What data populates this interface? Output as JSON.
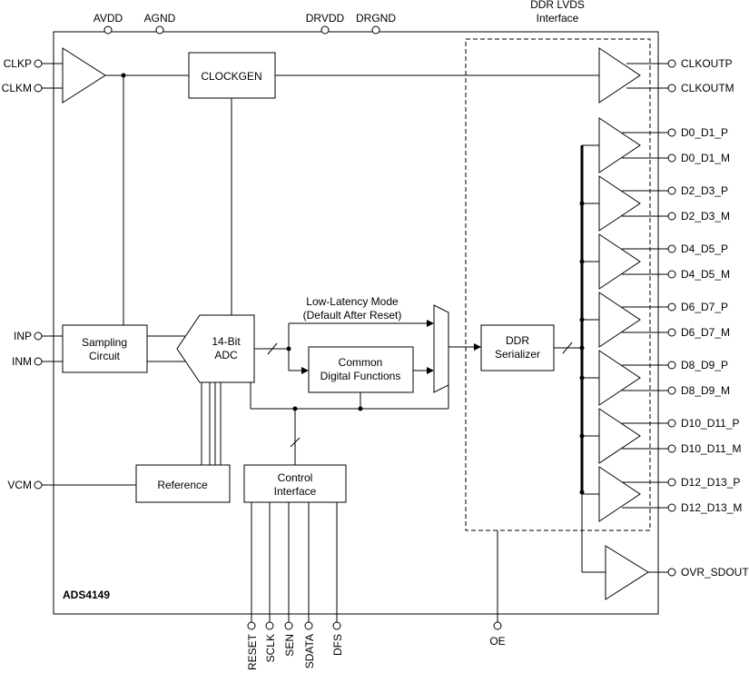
{
  "chip": {
    "name": "ADS4149"
  },
  "top_pins": [
    "AVDD",
    "AGND",
    "DRVDD",
    "DRGND"
  ],
  "left_pins": [
    "CLKP",
    "CLKM",
    "INP",
    "INM",
    "VCM"
  ],
  "bottom_pins": [
    "RESET",
    "SCLK",
    "SEN",
    "SDATA",
    "DFS",
    "OE"
  ],
  "right_pins": [
    "CLKOUTP",
    "CLKOUTM",
    "D0_D1_P",
    "D0_D1_M",
    "D2_D3_P",
    "D2_D3_M",
    "D4_D5_P",
    "D4_D5_M",
    "D6_D7_P",
    "D6_D7_M",
    "D8_D9_P",
    "D8_D9_M",
    "D10_D11_P",
    "D10_D11_M",
    "D12_D13_P",
    "D12_D13_M",
    "OVR_SDOUT"
  ],
  "lvds_region": {
    "line1": "DDR LVDS",
    "line2": "Interface"
  },
  "blocks": {
    "clockgen": "CLOCKGEN",
    "sampling_line1": "Sampling",
    "sampling_line2": "Circuit",
    "adc_line1": "14-Bit",
    "adc_line2": "ADC",
    "common_line1": "Common",
    "common_line2": "Digital Functions",
    "serializer_line1": "DDR",
    "serializer_line2": "Serializer",
    "reference": "Reference",
    "control_line1": "Control",
    "control_line2": "Interface"
  },
  "annotations": {
    "low_latency_line1": "Low-Latency Mode",
    "low_latency_line2": "(Default After Reset)"
  }
}
